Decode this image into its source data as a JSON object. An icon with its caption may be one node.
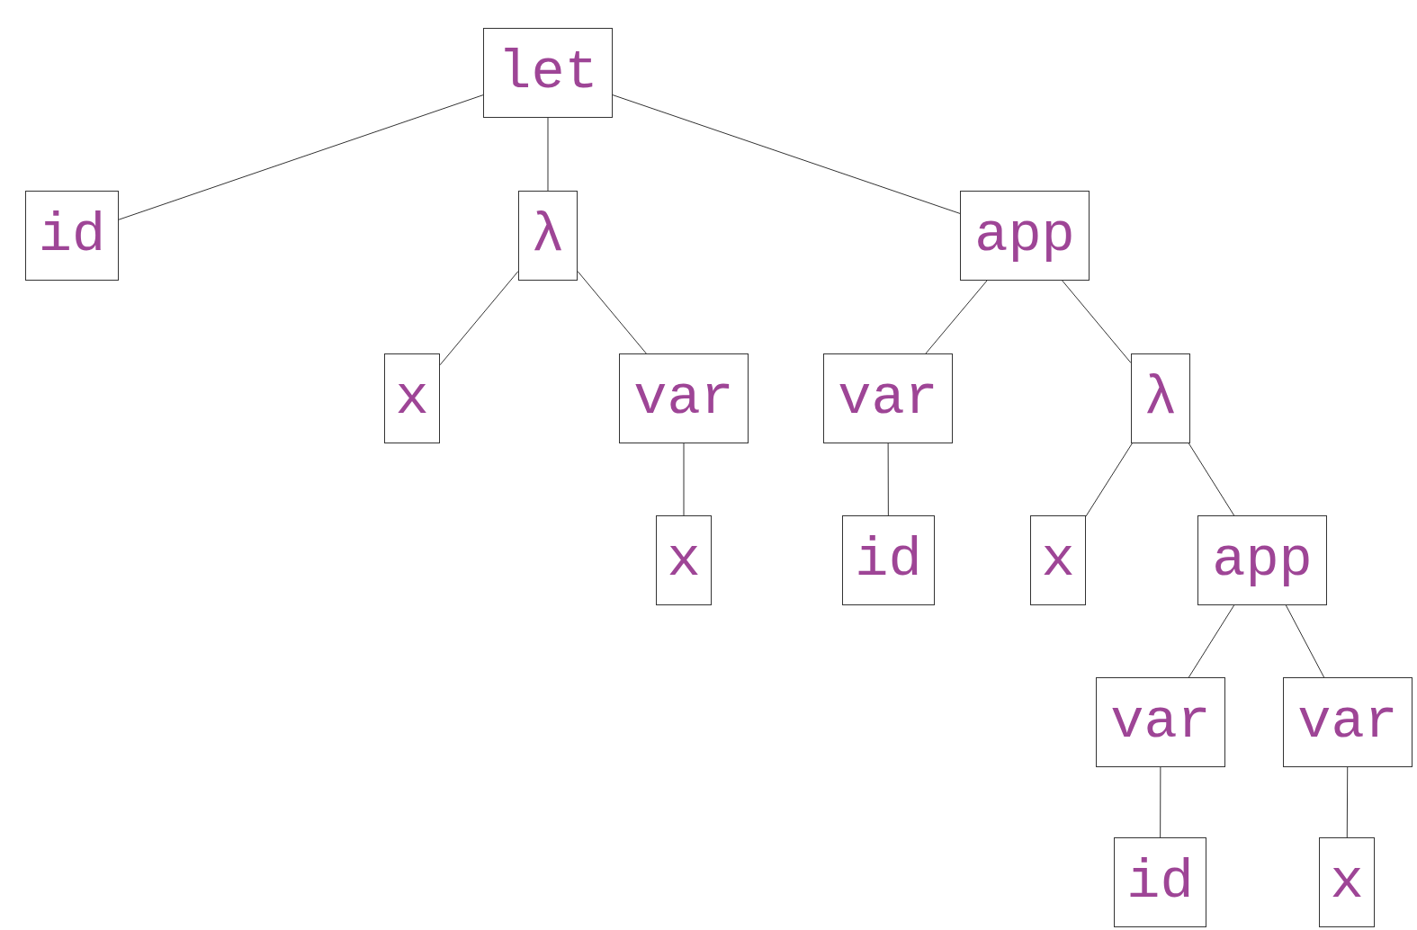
{
  "diagram": {
    "nodes": [
      {
        "text": [
          "let"
        ]
      },
      {
        "text": [
          "id"
        ]
      },
      {
        "text": [
          "λ"
        ]
      },
      {
        "text": [
          "app"
        ]
      },
      {
        "text": [
          "x"
        ]
      },
      {
        "text": [
          "var"
        ]
      },
      {
        "text": [
          "var"
        ]
      },
      {
        "text": [
          "λ"
        ]
      },
      {
        "text": [
          "x"
        ]
      },
      {
        "text": [
          "id"
        ]
      },
      {
        "text": [
          "x"
        ]
      },
      {
        "text": [
          "app"
        ]
      },
      {
        "text": [
          "var"
        ]
      },
      {
        "text": [
          "var"
        ]
      },
      {
        "text": [
          "id"
        ]
      },
      {
        "text": [
          "x"
        ]
      }
    ],
    "edges": [
      {
        "from": 0,
        "to": 1,
        "arrow": "none"
      },
      {
        "from": 0,
        "to": 2,
        "arrow": "none"
      },
      {
        "from": 0,
        "to": 3,
        "arrow": "none"
      },
      {
        "from": 2,
        "to": 4,
        "arrow": "none"
      },
      {
        "from": 2,
        "to": 5,
        "arrow": "none"
      },
      {
        "from": 3,
        "to": 6,
        "arrow": "none"
      },
      {
        "from": 3,
        "to": 7,
        "arrow": "none"
      },
      {
        "from": 5,
        "to": 8,
        "arrow": "none"
      },
      {
        "from": 6,
        "to": 9,
        "arrow": "none"
      },
      {
        "from": 7,
        "to": 10,
        "arrow": "none"
      },
      {
        "from": 7,
        "to": 11,
        "arrow": "none"
      },
      {
        "from": 11,
        "to": 12,
        "arrow": "none"
      },
      {
        "from": 11,
        "to": 13,
        "arrow": "none"
      },
      {
        "from": 12,
        "to": 14,
        "arrow": "none"
      },
      {
        "from": 13,
        "to": 15,
        "arrow": "none"
      }
    ]
  }
}
